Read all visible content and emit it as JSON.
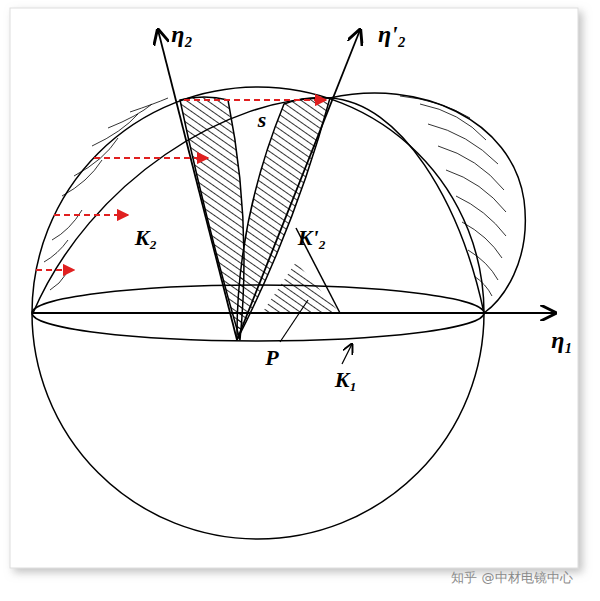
{
  "diagram": {
    "labels": [
      "η₂",
      "η'₂",
      "s",
      "K₂",
      "K'₂",
      "P",
      "K₁",
      "η₁",
      "知乎 @中材电镜中心"
    ]
  }
}
